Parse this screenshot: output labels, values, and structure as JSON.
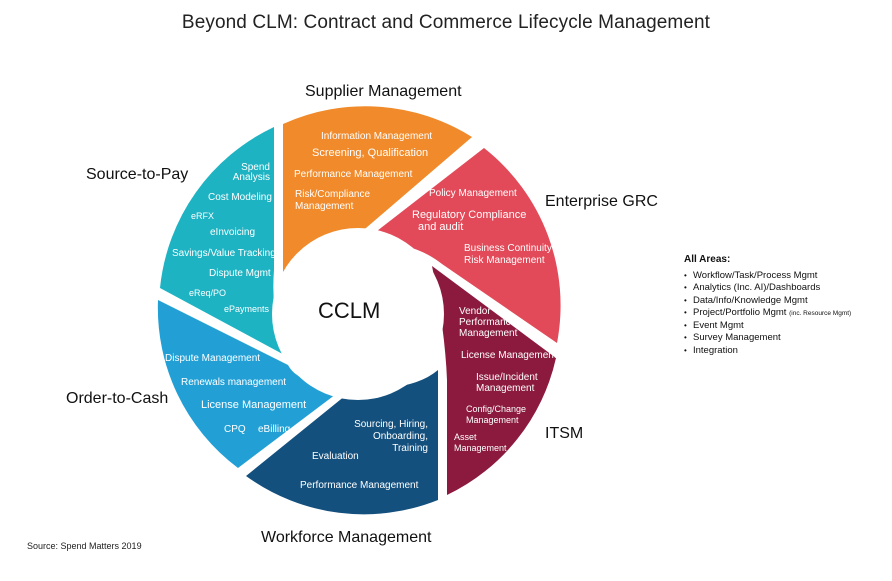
{
  "title": "Beyond CLM: Contract and Commerce Lifecycle Management",
  "center": "CCLM",
  "colors": {
    "source_to_pay": "#1DB3C3",
    "supplier_management": "#F08A2A",
    "enterprise_grc": "#E24A59",
    "itsm": "#8B1A3E",
    "workforce_management": "#14507E",
    "order_to_cash": "#22A0D6"
  },
  "segments": {
    "supplier_management": {
      "label": "Supplier Management",
      "items": [
        "Information Management",
        "Screening, Qualification",
        "Performance Management",
        "Risk/Compliance",
        "Management"
      ]
    },
    "enterprise_grc": {
      "label": "Enterprise GRC",
      "items": [
        "Policy Management",
        "Regulatory Compliance",
        "and audit",
        "Business Continuity",
        "Risk Management"
      ]
    },
    "itsm": {
      "label": "ITSM",
      "items": [
        "Vendor",
        "Performance",
        "Management",
        "License Management",
        "Issue/Incident",
        "Management",
        "Config/Change",
        "Management",
        "Asset",
        "Management"
      ]
    },
    "workforce_management": {
      "label": "Workforce Management",
      "items": [
        "Sourcing, Hiring,",
        "Onboarding,",
        "Training",
        "Evaluation",
        "Performance Management"
      ]
    },
    "order_to_cash": {
      "label": "Order-to-Cash",
      "items": [
        "Dispute Management",
        "Renewals management",
        "License Management",
        "CPQ",
        "eBilling"
      ]
    },
    "source_to_pay": {
      "label": "Source-to-Pay",
      "items": [
        "Spend",
        "Analysis",
        "Cost Modeling",
        "eRFX",
        "eInvoicing",
        "Savings/Value Tracking",
        "Dispute Mgmt",
        "eReq/PO",
        "ePayments"
      ]
    }
  },
  "all_areas": {
    "heading": "All Areas:",
    "items": [
      "Workflow/Task/Process Mgmt",
      "Analytics (Inc. AI)/Dashboards",
      "Data/Info/Knowledge Mgmt",
      "Project/Portfolio Mgmt",
      "Event Mgmt",
      "Survey Management",
      "Integration"
    ],
    "project_note": "(inc. Resource Mgmt)"
  },
  "source": "Source: Spend Matters 2019"
}
